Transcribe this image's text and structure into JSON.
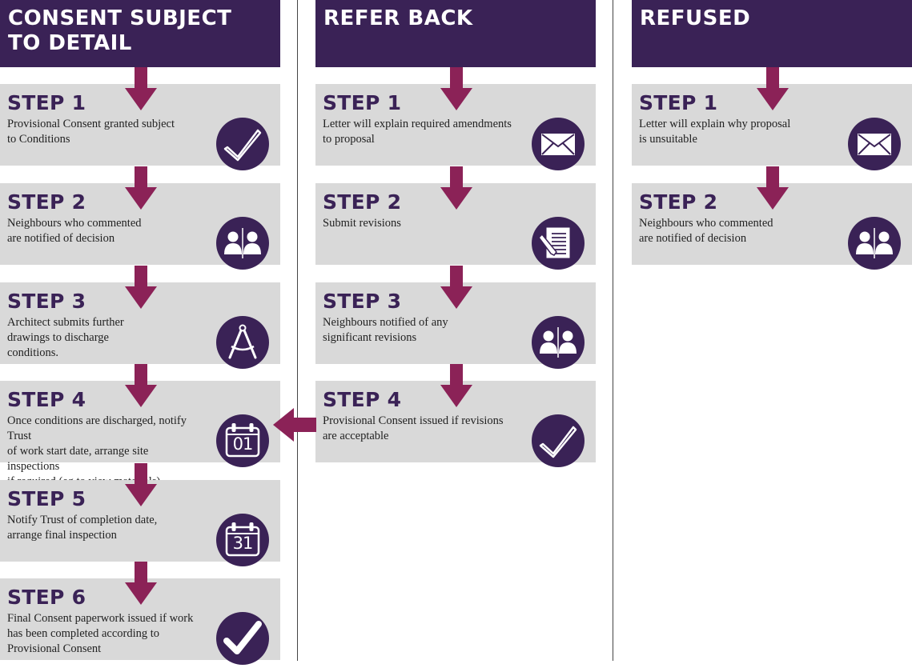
{
  "colors": {
    "header_bg": "#3a2256",
    "box_bg": "#d9d9d9",
    "arrow": "#8b2257",
    "title": "#3a2256",
    "icon_bg": "#3a2256"
  },
  "columns": [
    {
      "header": [
        "CONSENT SUBJECT",
        "TO DETAIL"
      ],
      "steps": [
        {
          "title": "STEP 1",
          "lines": [
            "Provisional Consent granted subject",
            "to Conditions"
          ],
          "icon": "checkmark-icon"
        },
        {
          "title": "STEP 2",
          "lines": [
            "Neighbours who commented",
            "are notified of decision"
          ],
          "icon": "neighbours-icon"
        },
        {
          "title": "STEP 3",
          "lines": [
            "Architect submits further",
            "drawings to discharge",
            "conditions."
          ],
          "icon": "compass-icon"
        },
        {
          "title": "STEP 4",
          "lines": [
            "Once conditions are discharged, notify Trust",
            "of work start date, arrange site inspections",
            "if required (eg to view materials)"
          ],
          "icon": "calendar-icon",
          "icon_text": "01"
        },
        {
          "title": "STEP 5",
          "lines": [
            "Notify Trust of completion date,",
            "arrange final inspection"
          ],
          "icon": "calendar-icon",
          "icon_text": "31"
        },
        {
          "title": "STEP 6",
          "lines": [
            "Final Consent paperwork issued if work",
            "has been completed according to",
            "Provisional Consent"
          ],
          "icon": "bold-checkmark-icon"
        }
      ]
    },
    {
      "header": [
        "REFER BACK"
      ],
      "steps": [
        {
          "title": "STEP 1",
          "lines": [
            "Letter will explain required amendments",
            "to proposal"
          ],
          "icon": "envelope-icon"
        },
        {
          "title": "STEP 2",
          "lines": [
            "Submit revisions"
          ],
          "icon": "document-pen-icon"
        },
        {
          "title": "STEP 3",
          "lines": [
            "Neighbours notified of any",
            "significant revisions"
          ],
          "icon": "neighbours-icon"
        },
        {
          "title": "STEP 4",
          "lines": [
            "Provisional Consent issued if revisions",
            "are acceptable"
          ],
          "icon": "checkmark-icon"
        }
      ]
    },
    {
      "header": [
        "REFUSED"
      ],
      "steps": [
        {
          "title": "STEP 1",
          "lines": [
            "Letter will explain why proposal",
            "is unsuitable"
          ],
          "icon": "envelope-icon"
        },
        {
          "title": "STEP 2",
          "lines": [
            "Neighbours who commented",
            "are notified of decision"
          ],
          "icon": "neighbours-icon"
        }
      ]
    }
  ]
}
